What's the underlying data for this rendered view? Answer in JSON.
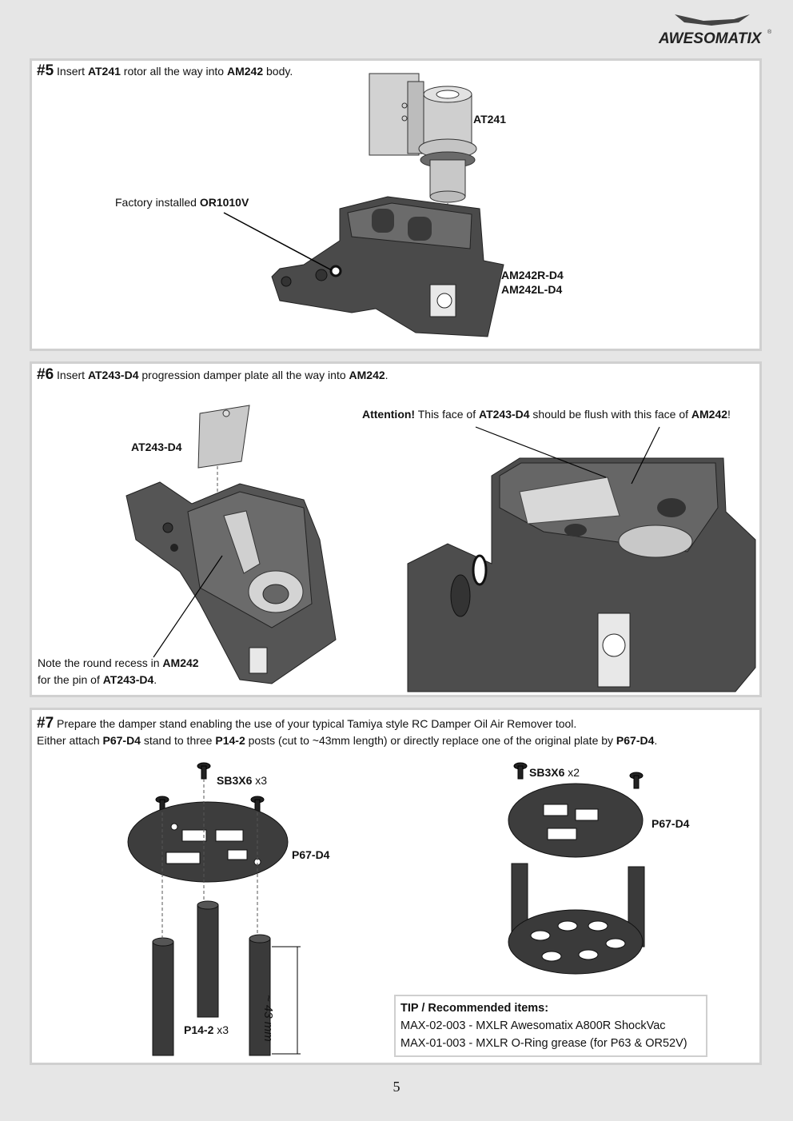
{
  "brand": {
    "logo_text": "AWESOMATIX"
  },
  "step5": {
    "number": "#5",
    "t1": " Insert ",
    "b1": "AT241",
    "t2": " rotor all the way into ",
    "b2": "AM242",
    "t3": " body.",
    "label_at241": "AT241",
    "factory_pre": "Factory installed ",
    "factory_bold": "OR1010V",
    "label_am242r": "AM242R-D4",
    "label_am242l": "AM242L-D4"
  },
  "step6": {
    "number": "#6",
    "t1": " Insert ",
    "b1": "AT243-D4",
    "t2": " progression damper plate all the way into ",
    "b2": "AM242",
    "t3": ".",
    "label_at243": "AT243-D4",
    "att_b1": "Attention!",
    "att_t1": " This face of ",
    "att_b2": "AT243-D4",
    "att_t2": " should be flush with this face of ",
    "att_b3": "AM242",
    "att_t3": "!",
    "note_t1": "Note the round recess in ",
    "note_b1": "AM242",
    "note_t2": "for the pin of ",
    "note_b2": "AT243-D4",
    "note_t3": "."
  },
  "step7": {
    "number": "#7",
    "line1": "  Prepare the damper stand enabling the use of your typical Tamiya style RC Damper Oil Air Remover tool.",
    "l2_t1": "Either attach ",
    "l2_b1": "P67-D4",
    "l2_t2": " stand to three ",
    "l2_b2": "P14-2",
    "l2_t3": " posts (cut to ~43mm length) or directly replace one of the original plate by ",
    "l2_b3": "P67-D4",
    "l2_t4": ".",
    "sb_left_bold": "SB3X6",
    "sb_left_qty": "  x3",
    "p67_left": "P67-D4",
    "p14_bold": "P14-2",
    "p14_qty": "  x3",
    "dim": "~ 43 mm",
    "sb_right_bold": "SB3X6",
    "sb_right_qty": "  x2",
    "p67_right": "P67-D4",
    "tip_title": "TIP / Recommended items:",
    "tip_item1": "MAX-02-003  -  MXLR Awesomatix A800R ShockVac",
    "tip_item2": "MAX-01-003  -  MXLR O-Ring grease (for P63 & OR52V)"
  },
  "page_number": "5"
}
